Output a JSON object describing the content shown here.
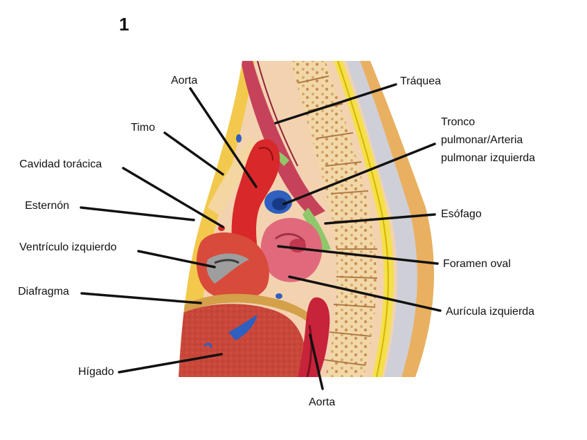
{
  "figure_number": "1",
  "labels": {
    "aorta_top": "Aorta",
    "timo": "Timo",
    "cavidad": "Cavidad torácica",
    "esternon": "Esternón",
    "ventriculo": "Ventrículo izquierdo",
    "diafragma": "Diafragma",
    "higado": "Hígado",
    "traquea": "Tráquea",
    "tronco_1": "Tronco",
    "tronco_2": "pulmonar/Arteria",
    "tronco_3": "pulmonar izquierda",
    "esofago": "Esófago",
    "foramen": "Foramen oval",
    "auricula": "Aurícula izquierda",
    "aorta_bottom": "Aorta"
  }
}
